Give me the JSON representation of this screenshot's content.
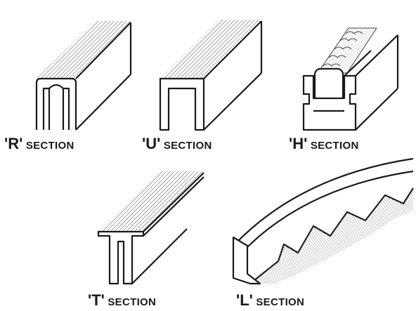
{
  "sections": [
    {
      "id": "r",
      "letter": "'R'",
      "word": "SECTION"
    },
    {
      "id": "u",
      "letter": "'U'",
      "word": "SECTION"
    },
    {
      "id": "h",
      "letter": "'H'",
      "word": "SECTION"
    },
    {
      "id": "t",
      "letter": "'T'",
      "word": "SECTION"
    },
    {
      "id": "l",
      "letter": "'L'",
      "word": "SECTION"
    }
  ],
  "colors": {
    "ink": "#1a1a1a",
    "hatch": "#5a5a5a",
    "background": "#ffffff"
  }
}
